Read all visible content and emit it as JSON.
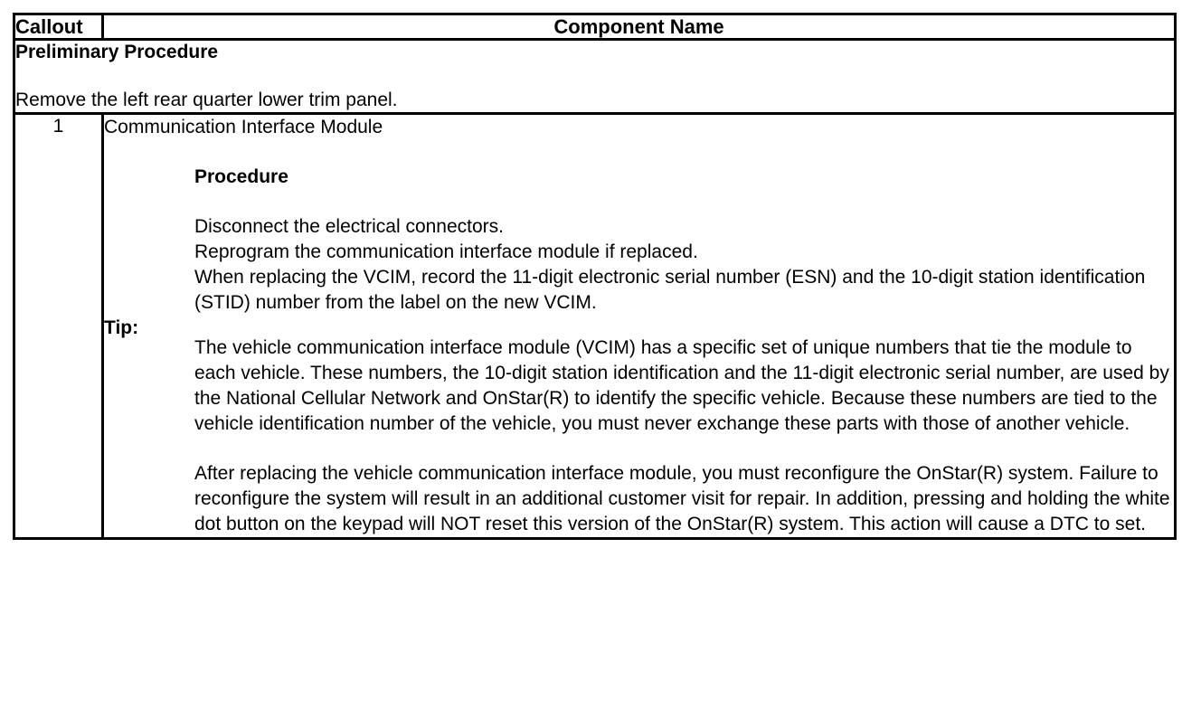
{
  "table": {
    "header": {
      "callout": "Callout",
      "component_name": "Component Name"
    },
    "preliminary": {
      "title": "Preliminary Procedure",
      "text": "Remove the left rear quarter lower trim panel."
    },
    "row": {
      "callout_number": "1",
      "component_name": "Communication Interface Module",
      "procedure_heading": "Procedure",
      "procedure_steps": [
        "Disconnect the electrical connectors.",
        "Reprogram the communication interface module if replaced.",
        "When replacing the VCIM, record the 11-digit electronic serial number (ESN) and the 10-digit station identification (STID) number from the label on the new VCIM."
      ],
      "tip_label": "Tip:",
      "tip_paragraphs": [
        "The vehicle communication interface module (VCIM) has a specific set of unique numbers that tie the module to each vehicle. These numbers, the 10-digit station identification and the 11-digit electronic serial number, are used by the National Cellular Network and OnStar(R) to identify the specific vehicle. Because these numbers are tied to the vehicle identification number of the vehicle, you must never exchange these parts with those of another vehicle.",
        "After replacing the vehicle communication interface module, you must reconfigure the OnStar(R) system. Failure to reconfigure the system will result in an additional customer visit for repair. In addition, pressing and holding the white dot button on the keypad will NOT reset this version of the OnStar(R) system. This action will cause a DTC to set."
      ]
    }
  },
  "colors": {
    "border": "#000000",
    "text": "#000000",
    "background": "#ffffff"
  }
}
